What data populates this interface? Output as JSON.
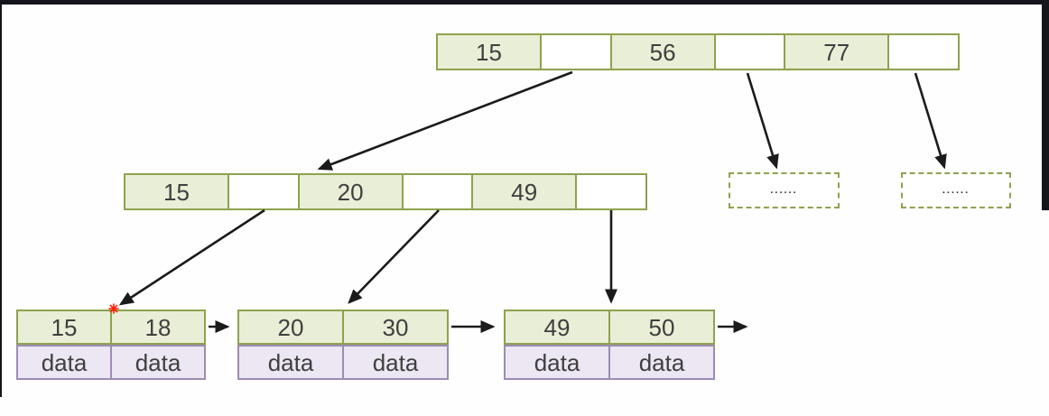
{
  "diagram": {
    "type": "bplus-tree",
    "root": {
      "cells": [
        "15",
        "",
        "56",
        "",
        "77",
        ""
      ]
    },
    "internal": {
      "cells": [
        "15",
        "",
        "20",
        "",
        "49",
        ""
      ]
    },
    "placeholders": [
      {
        "label": "......"
      },
      {
        "label": "......"
      }
    ],
    "leaves": [
      {
        "keys": [
          "15",
          "18"
        ],
        "data": [
          "data",
          "data"
        ]
      },
      {
        "keys": [
          "20",
          "30"
        ],
        "data": [
          "data",
          "data"
        ]
      },
      {
        "keys": [
          "49",
          "50"
        ],
        "data": [
          "data",
          "data"
        ]
      }
    ],
    "marker": {
      "shape": "red-asterisk"
    }
  },
  "colors": {
    "node_fill": "#e9eed6",
    "node_border": "#8da24f",
    "data_fill": "#ece7f3",
    "data_border": "#9e8bb4",
    "arrow": "#1b1b1b",
    "marker_red": "#ff1e00",
    "frame_bar": "#15151e",
    "text": "#3f3f3f"
  }
}
